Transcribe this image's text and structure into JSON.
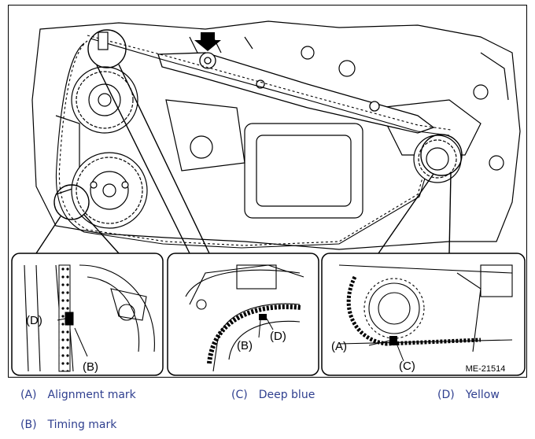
{
  "figure": {
    "reference_code": "ME-21514",
    "callouts": {
      "left_panel": [
        "(D)",
        "(B)"
      ],
      "middle_panel": [
        "(B)",
        "(D)"
      ],
      "right_panel": [
        "(A)",
        "(C)"
      ]
    }
  },
  "legend": [
    {
      "key": "(A)",
      "label": "Alignment mark"
    },
    {
      "key": "(C)",
      "label": "Deep blue"
    },
    {
      "key": "(D)",
      "label": "Yellow"
    },
    {
      "key": "(B)",
      "label": "Timing mark"
    }
  ],
  "colors": {
    "legend_text": "#2f3f8f",
    "line": "#000000"
  }
}
